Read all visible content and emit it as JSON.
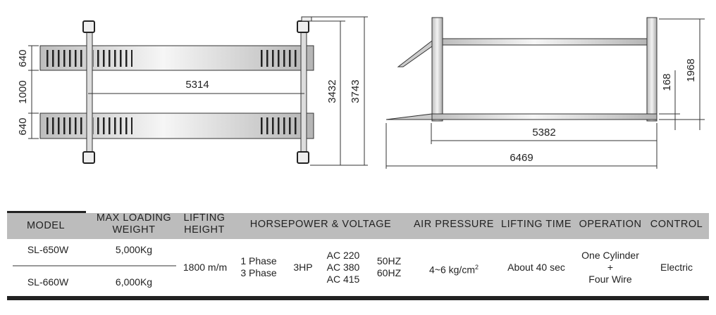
{
  "top_view": {
    "dims": {
      "runway_width_1": "640",
      "gap": "1000",
      "runway_width_2": "640",
      "post_span": "5314",
      "inner_length": "3432",
      "overall_length": "3743"
    }
  },
  "side_view": {
    "dims": {
      "min_height": "168",
      "max_height": "1968",
      "post_span": "5382",
      "overall_length": "6469"
    }
  },
  "table": {
    "headers": {
      "model": "MODEL",
      "max_loading_1": "MAX LOADING",
      "max_loading_2": "WEIGHT",
      "lifting_height_1": "LIFTING",
      "lifting_height_2": "HEIGHT",
      "hp_voltage": "HORSEPOWER & VOLTAGE",
      "air_pressure": "AIR PRESSURE",
      "lifting_time": "LIFTING TIME",
      "operation": "OPERATION",
      "control": "CONTROL"
    },
    "rows": [
      {
        "model": "SL-650W",
        "weight": "5,000Kg"
      },
      {
        "model": "SL-660W",
        "weight": "6,000Kg"
      }
    ],
    "shared": {
      "lifting_height": "1800 m/m",
      "phase_1": "1 Phase",
      "phase_2": "3 Phase",
      "hp": "3HP",
      "voltage_1": "AC 220",
      "voltage_2": "AC 380",
      "voltage_3": "AC 415",
      "freq_1": "50HZ",
      "freq_2": "60HZ",
      "air_pressure": "4~6 kg/cm",
      "air_pressure_sup": "2",
      "lifting_time": "About 40 sec",
      "operation_1": "One Cylinder",
      "operation_2": "+",
      "operation_3": "Four Wire",
      "control": "Electric"
    }
  }
}
